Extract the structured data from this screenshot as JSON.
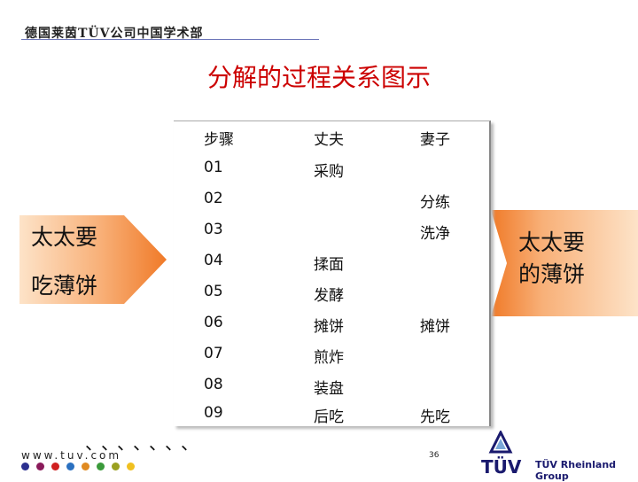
{
  "header": {
    "title": "德国莱茵TÜV公司中国学术部"
  },
  "slide": {
    "title": "分解的过程关系图示"
  },
  "table": {
    "headers": [
      "步骤",
      "丈夫",
      "妻子"
    ],
    "rows": [
      [
        "01",
        "采购",
        ""
      ],
      [
        "02",
        "",
        "分练"
      ],
      [
        "03",
        "",
        "洗净"
      ],
      [
        "04",
        "揉面",
        ""
      ],
      [
        "05",
        "发酵",
        ""
      ],
      [
        "06",
        "摊饼",
        "摊饼"
      ],
      [
        "07",
        "煎炸",
        ""
      ],
      [
        "08",
        "装盘",
        ""
      ],
      [
        "09",
        "后吃",
        "先吃"
      ]
    ]
  },
  "left_arrow": {
    "line1": "太太要",
    "line2": "吃薄饼"
  },
  "right_panel": {
    "line1": "太太要",
    "line2": "的薄饼"
  },
  "decor": {
    "commas": "、、、、、、、"
  },
  "footer": {
    "website": "www.tuv.com",
    "page_number": "36",
    "logo_text": "TÜV",
    "company": "TÜV Rheinland Group"
  },
  "colors": {
    "title": "#cc0000",
    "arrow_light": "#fcd6b0",
    "arrow_dark": "#f07a28",
    "brand": "#1a1a6e",
    "dots": [
      "#2b2f8f",
      "#8a1a5a",
      "#d02020",
      "#2a70c0",
      "#e08a20",
      "#3a9a3a",
      "#9aa020",
      "#f0c020"
    ]
  }
}
